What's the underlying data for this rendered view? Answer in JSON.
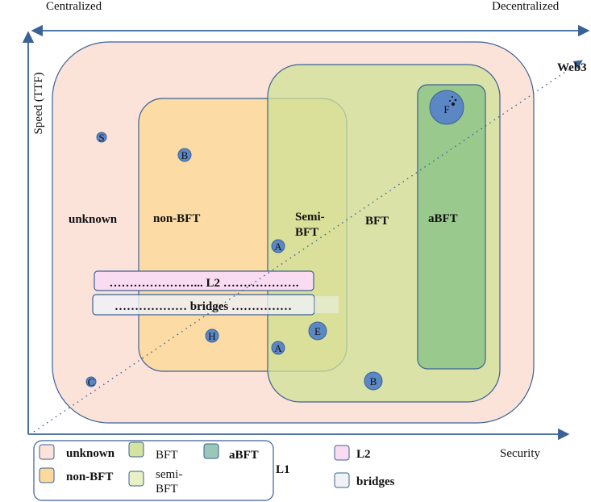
{
  "axes": {
    "top_left": "Centralized",
    "top_right": "Decentralized",
    "y_label": "Speed (TTF)",
    "x_label": "Security",
    "diagonal": "Web3"
  },
  "regions": {
    "unknown": "unknown",
    "non_bft": "non-BFT",
    "semi_bft_1": "Semi-",
    "semi_bft_2": "BFT",
    "bft": "BFT",
    "abft": "aBFT"
  },
  "bars": {
    "l2": "…………………... L2 ……………….",
    "bridges": "……………… bridges ……………"
  },
  "nodes": {
    "s": "S",
    "b1": "B",
    "a1": "A",
    "h": "H",
    "a2": "A",
    "e": "E",
    "b2": "B",
    "c": "C",
    "f": "F"
  },
  "legend": {
    "unknown": "unknown",
    "bft": "BFT",
    "abft": "aBFT",
    "non_bft": "non-BFT",
    "semi_1": "semi-",
    "semi_2": "BFT",
    "group": "L1",
    "l2": "L2",
    "bridges": "bridges"
  },
  "colors": {
    "unknown": "#fce3da",
    "non_bft": "#fcd99a",
    "bft": "#d4e4a0",
    "abft": "#9ac98e",
    "l2": "#f9dcf2",
    "bridges": "#f0f2f6",
    "border": "#3a6296",
    "node": "#5b87c4"
  }
}
